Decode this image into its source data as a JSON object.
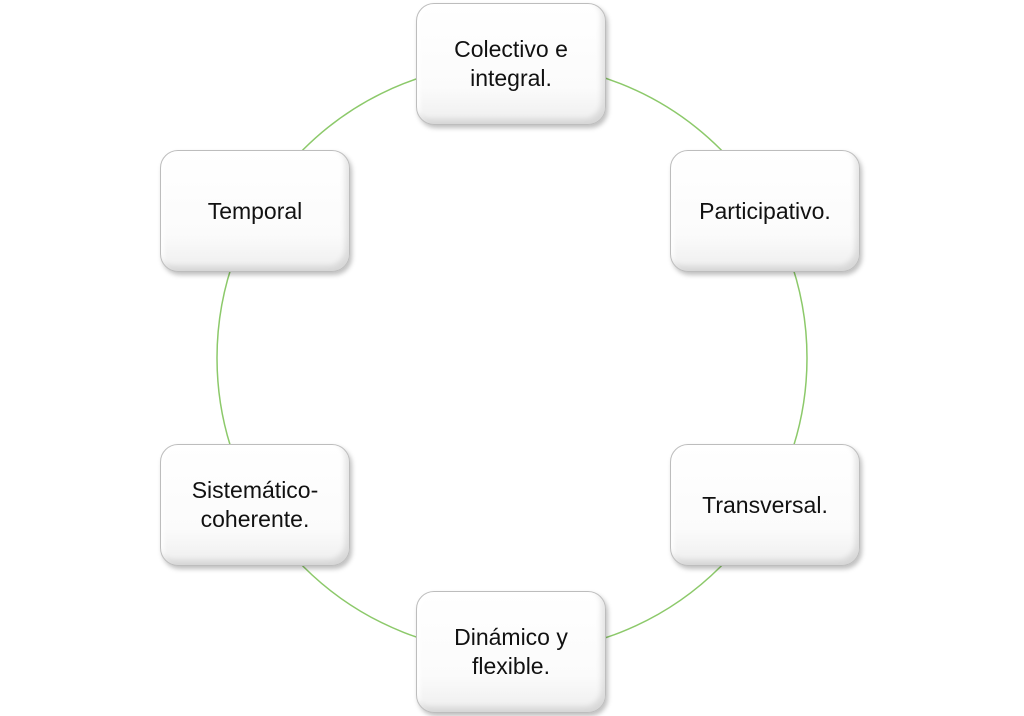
{
  "diagram": {
    "type": "cycle",
    "ring_color": "#8cc96a",
    "nodes": [
      {
        "label": "Colectivo e\nintegral."
      },
      {
        "label": "Participativo."
      },
      {
        "label": "Transversal."
      },
      {
        "label": "Dinámico y\nflexible."
      },
      {
        "label": "Sistemático-\ncoherente."
      },
      {
        "label": "Temporal"
      }
    ]
  }
}
